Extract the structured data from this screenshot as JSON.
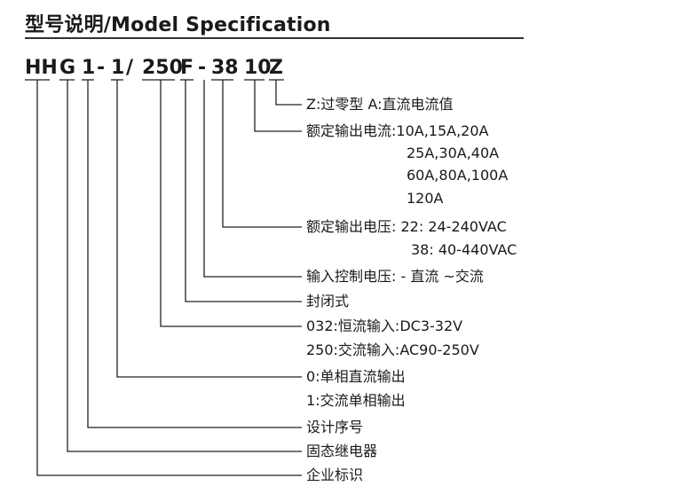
{
  "title": "型号说明/Model Specification",
  "code_segments": [
    {
      "id": "hh",
      "text": "HH"
    },
    {
      "id": "g",
      "text": "G"
    },
    {
      "id": "one",
      "text": "1"
    },
    {
      "id": "dash1",
      "text": "-"
    },
    {
      "id": "phase",
      "text": "1"
    },
    {
      "id": "slash",
      "text": "/"
    },
    {
      "id": "input",
      "text": "250"
    },
    {
      "id": "f",
      "text": "F"
    },
    {
      "id": "dash2",
      "text": "-"
    },
    {
      "id": "voltage",
      "text": "38"
    },
    {
      "id": "current",
      "text": "10"
    },
    {
      "id": "z",
      "text": "Z"
    }
  ],
  "descriptions": {
    "zero_cross": "Z:过零型 A:直流电流值",
    "rated_current": {
      "lines": [
        "额定输出电流:10A,15A,20A",
        "25A,30A,40A",
        "60A,80A,100A",
        "120A"
      ]
    },
    "rated_voltage": {
      "lines": [
        "额定输出电压: 22: 24-240VAC",
        "38: 40-440VAC"
      ]
    },
    "control_voltage": "输入控制电压: - 直流  ~交流",
    "enclosed": "封闭式",
    "input_type": {
      "lines": [
        "032:恒流输入:DC3-32V",
        "250:交流输入:AC90-250V"
      ]
    },
    "output_phase": {
      "lines": [
        "0:单相直流输出",
        "1:交流单相输出"
      ]
    },
    "design_seq": "设计序号",
    "ssr": "固态继电器",
    "company": "企业标识"
  }
}
